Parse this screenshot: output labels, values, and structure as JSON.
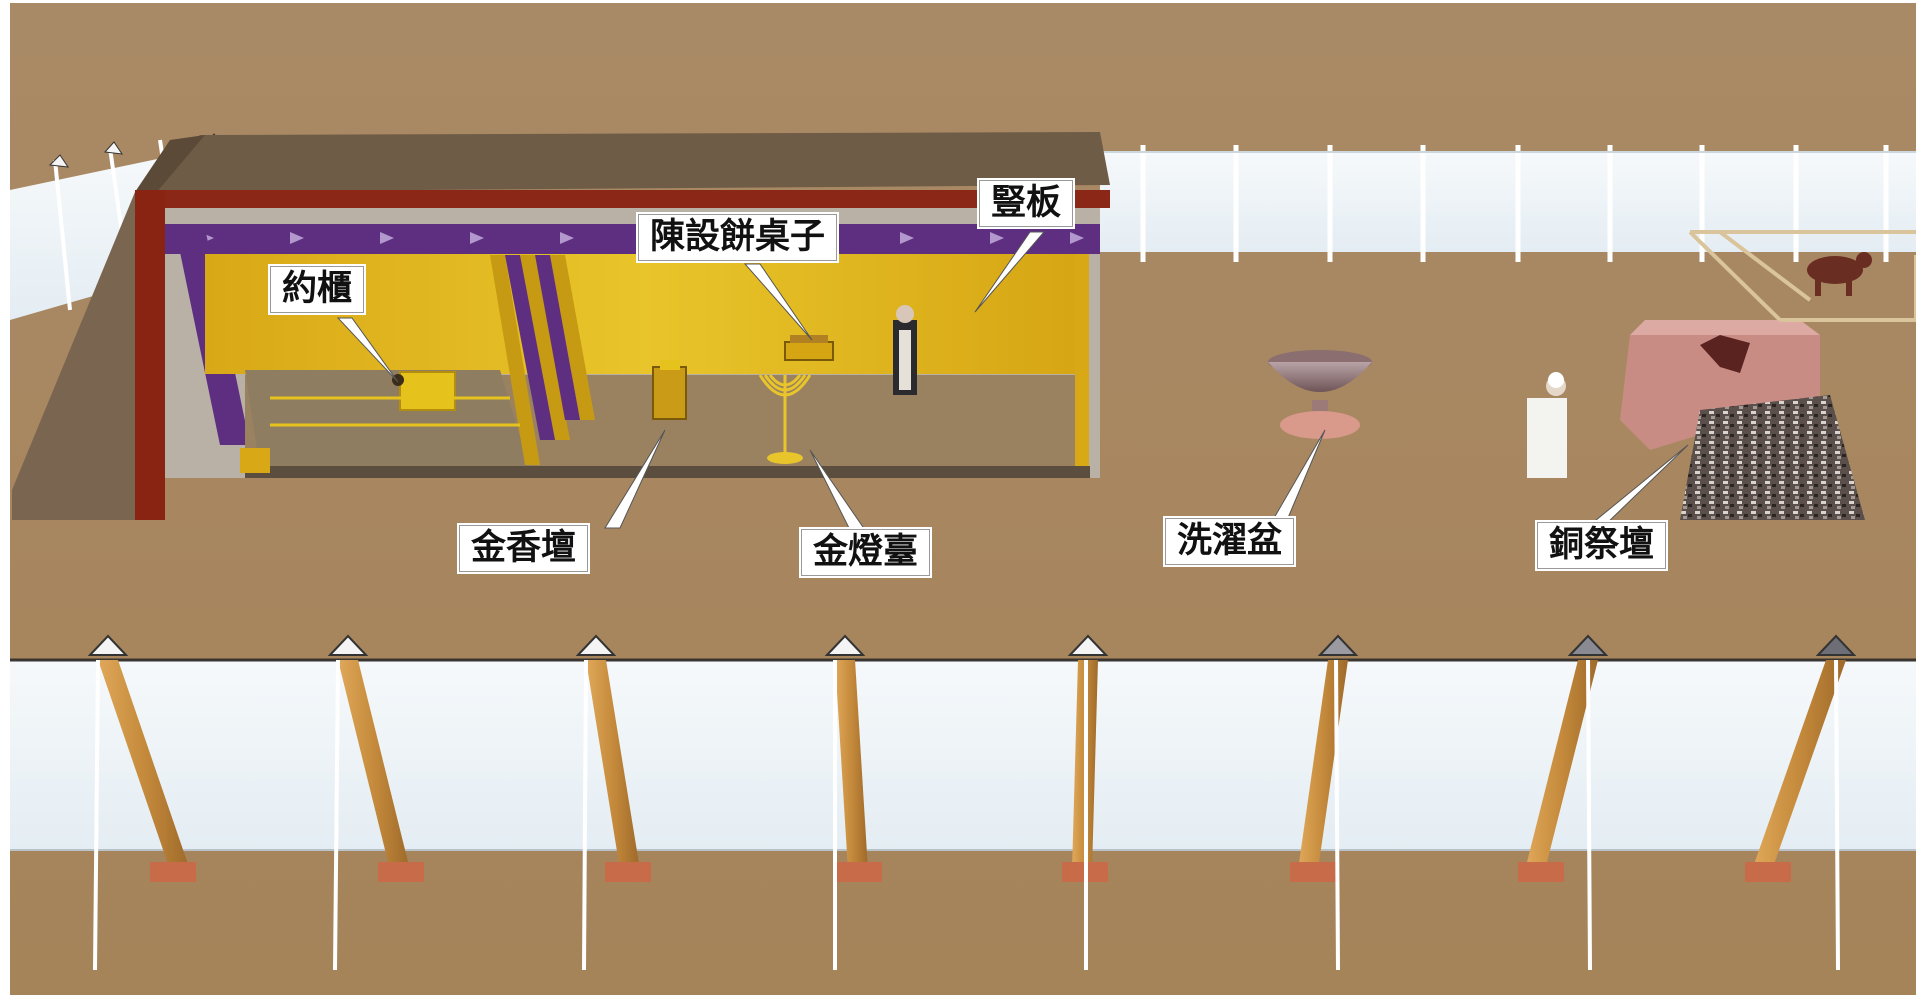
{
  "labels": {
    "ark": "約櫃",
    "showbread_table": "陳設餅桌子",
    "boards": "豎板",
    "incense_altar": "金香壇",
    "lampstand": "金燈臺",
    "laver": "洗濯盆",
    "bronze_altar": "銅祭壇"
  },
  "colors": {
    "ground": "#a8865c",
    "curtain": "#eef4f8",
    "gold": "#e1b81e",
    "roof": "#6e5a44",
    "frame": "#8a2412",
    "veil": "#5b2f7c",
    "bronze_altar": "#c98d86",
    "post": "#c58a3c"
  }
}
